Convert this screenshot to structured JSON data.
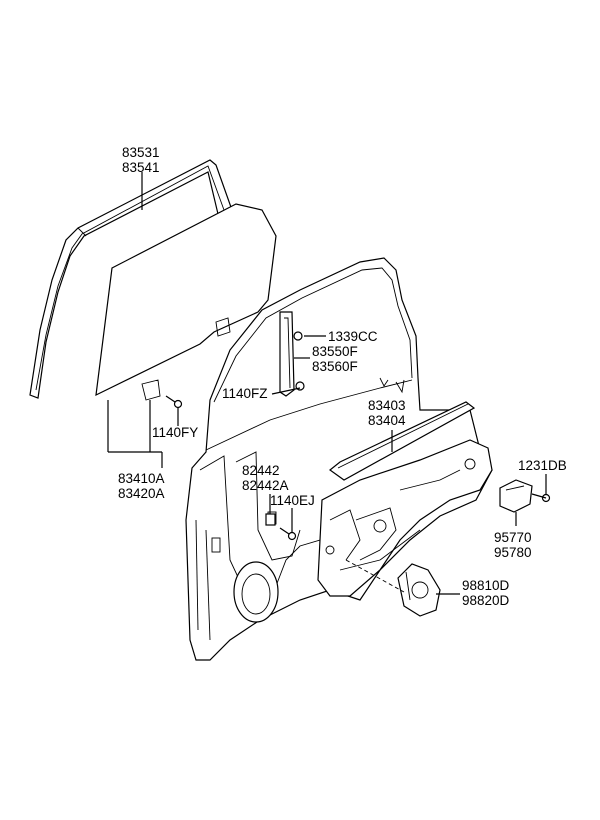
{
  "labels": {
    "l83531": "83531",
    "l83541": "83541",
    "l1339CC": "1339CC",
    "l83550F": "83550F",
    "l83560F": "83560F",
    "l1140FZ": "1140FZ",
    "l83403": "83403",
    "l83404": "83404",
    "l1140FY": "1140FY",
    "l83410A": "83410A",
    "l83420A": "83420A",
    "l82442": "82442",
    "l82442A": "82442A",
    "l1140EJ": "1140EJ",
    "l1231DB": "1231DB",
    "l95770": "95770",
    "l95780": "95780",
    "l98810D": "98810D",
    "l98820D": "98820D"
  }
}
